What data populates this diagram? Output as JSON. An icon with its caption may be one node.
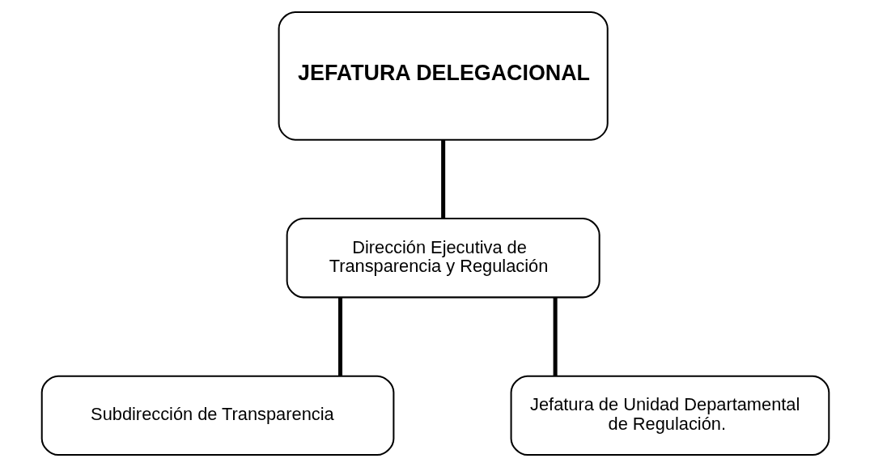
{
  "diagram": {
    "nodes": [
      {
        "text": [
          "JEFATURA DELEGACIONAL"
        ]
      },
      {
        "text": [
          "Dirección Ejecutiva de Transparencia y Regulación"
        ]
      },
      {
        "text": [
          "Subdirección de Transparencia"
        ]
      },
      {
        "text": [
          "Jefatura de Unidad Departamental de Regulación."
        ]
      }
    ],
    "edges": [
      {
        "from": 0,
        "to": 1,
        "arrow": "none"
      },
      {
        "from": 1,
        "to": 2,
        "arrow": "none"
      },
      {
        "from": 1,
        "to": 3,
        "arrow": "none"
      }
    ]
  }
}
